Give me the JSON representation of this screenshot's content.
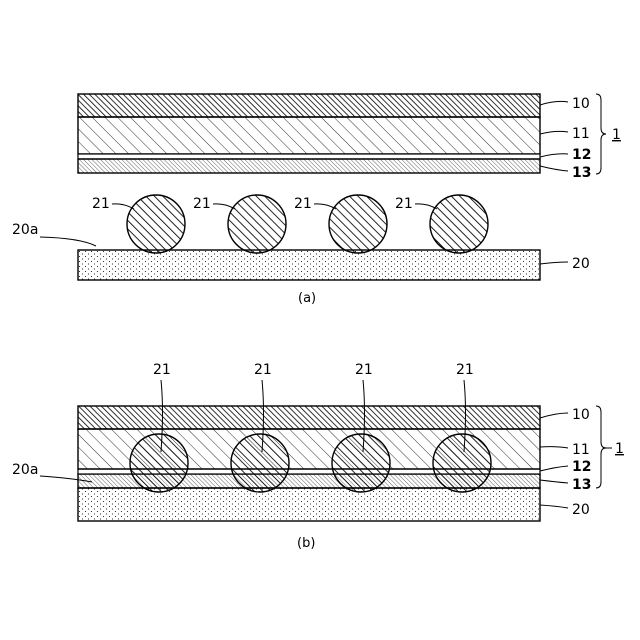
{
  "panel_a": {
    "caption": "(a)",
    "labels": {
      "layer_10": "10",
      "layer_11": "11",
      "layer_12": "12",
      "layer_13": "13",
      "assembly": "1",
      "substrate": "20",
      "surface": "20a",
      "bump": "21"
    }
  },
  "panel_b": {
    "caption": "(b)",
    "labels": {
      "layer_10": "10",
      "layer_11": "11",
      "layer_12": "12",
      "layer_13": "13",
      "assembly": "1",
      "substrate": "20",
      "surface": "20a",
      "bump": "21"
    }
  }
}
